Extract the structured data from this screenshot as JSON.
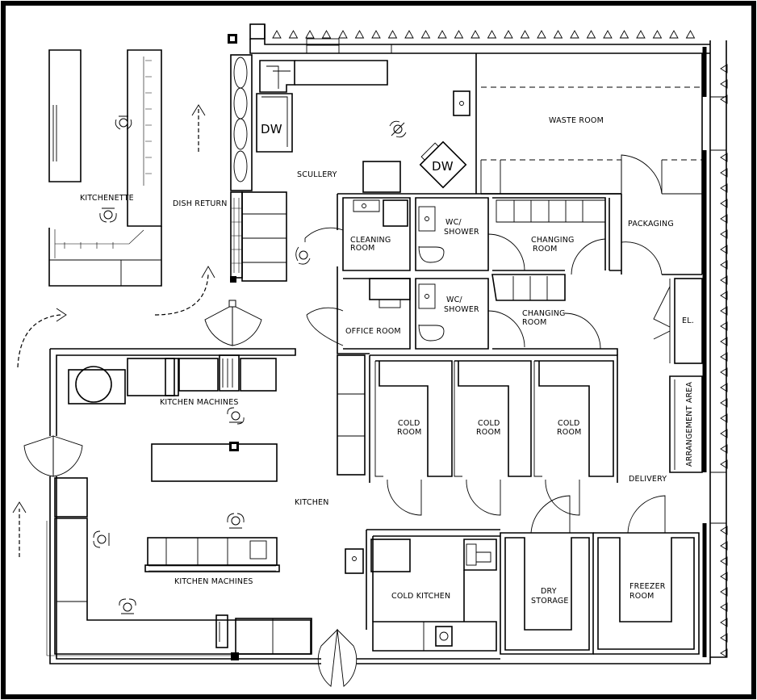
{
  "rooms": {
    "kitchenette": "KITCHENETTE",
    "dish_return": "DISH RETURN",
    "scullery": "SCULLERY",
    "waste_room": "WASTE ROOM",
    "cleaning_room_1": "CLEANING",
    "cleaning_room_2": "ROOM",
    "wc_shower_a_1": "WC/",
    "wc_shower_a_2": "SHOWER",
    "changing_room_a_1": "CHANGING",
    "changing_room_a_2": "ROOM",
    "packaging": "PACKAGING",
    "office_room": "OFFICE ROOM",
    "wc_shower_b_1": "WC/",
    "wc_shower_b_2": "SHOWER",
    "changing_room_b_1": "CHANGING",
    "changing_room_b_2": "ROOM",
    "elevator": "EL.",
    "kitchen_machines_top": "KITCHEN MACHINES",
    "kitchen_machines_bottom": "KITCHEN MACHINES",
    "cold_room_1a": "COLD",
    "cold_room_1b": "ROOM",
    "cold_room_2a": "COLD",
    "cold_room_2b": "ROOM",
    "cold_room_3a": "COLD",
    "cold_room_3b": "ROOM",
    "arrangement_area": "ARRANGEMENT AREA",
    "delivery": "DELIVERY",
    "kitchen": "KITCHEN",
    "cold_kitchen": "COLD KITCHEN",
    "dry_storage_1": "DRY",
    "dry_storage_2": "STORAGE",
    "freezer_room_1": "FREEZER",
    "freezer_room_2": "ROOM"
  },
  "equipment": {
    "dishwasher_1": "DW",
    "dishwasher_2": "DW"
  }
}
